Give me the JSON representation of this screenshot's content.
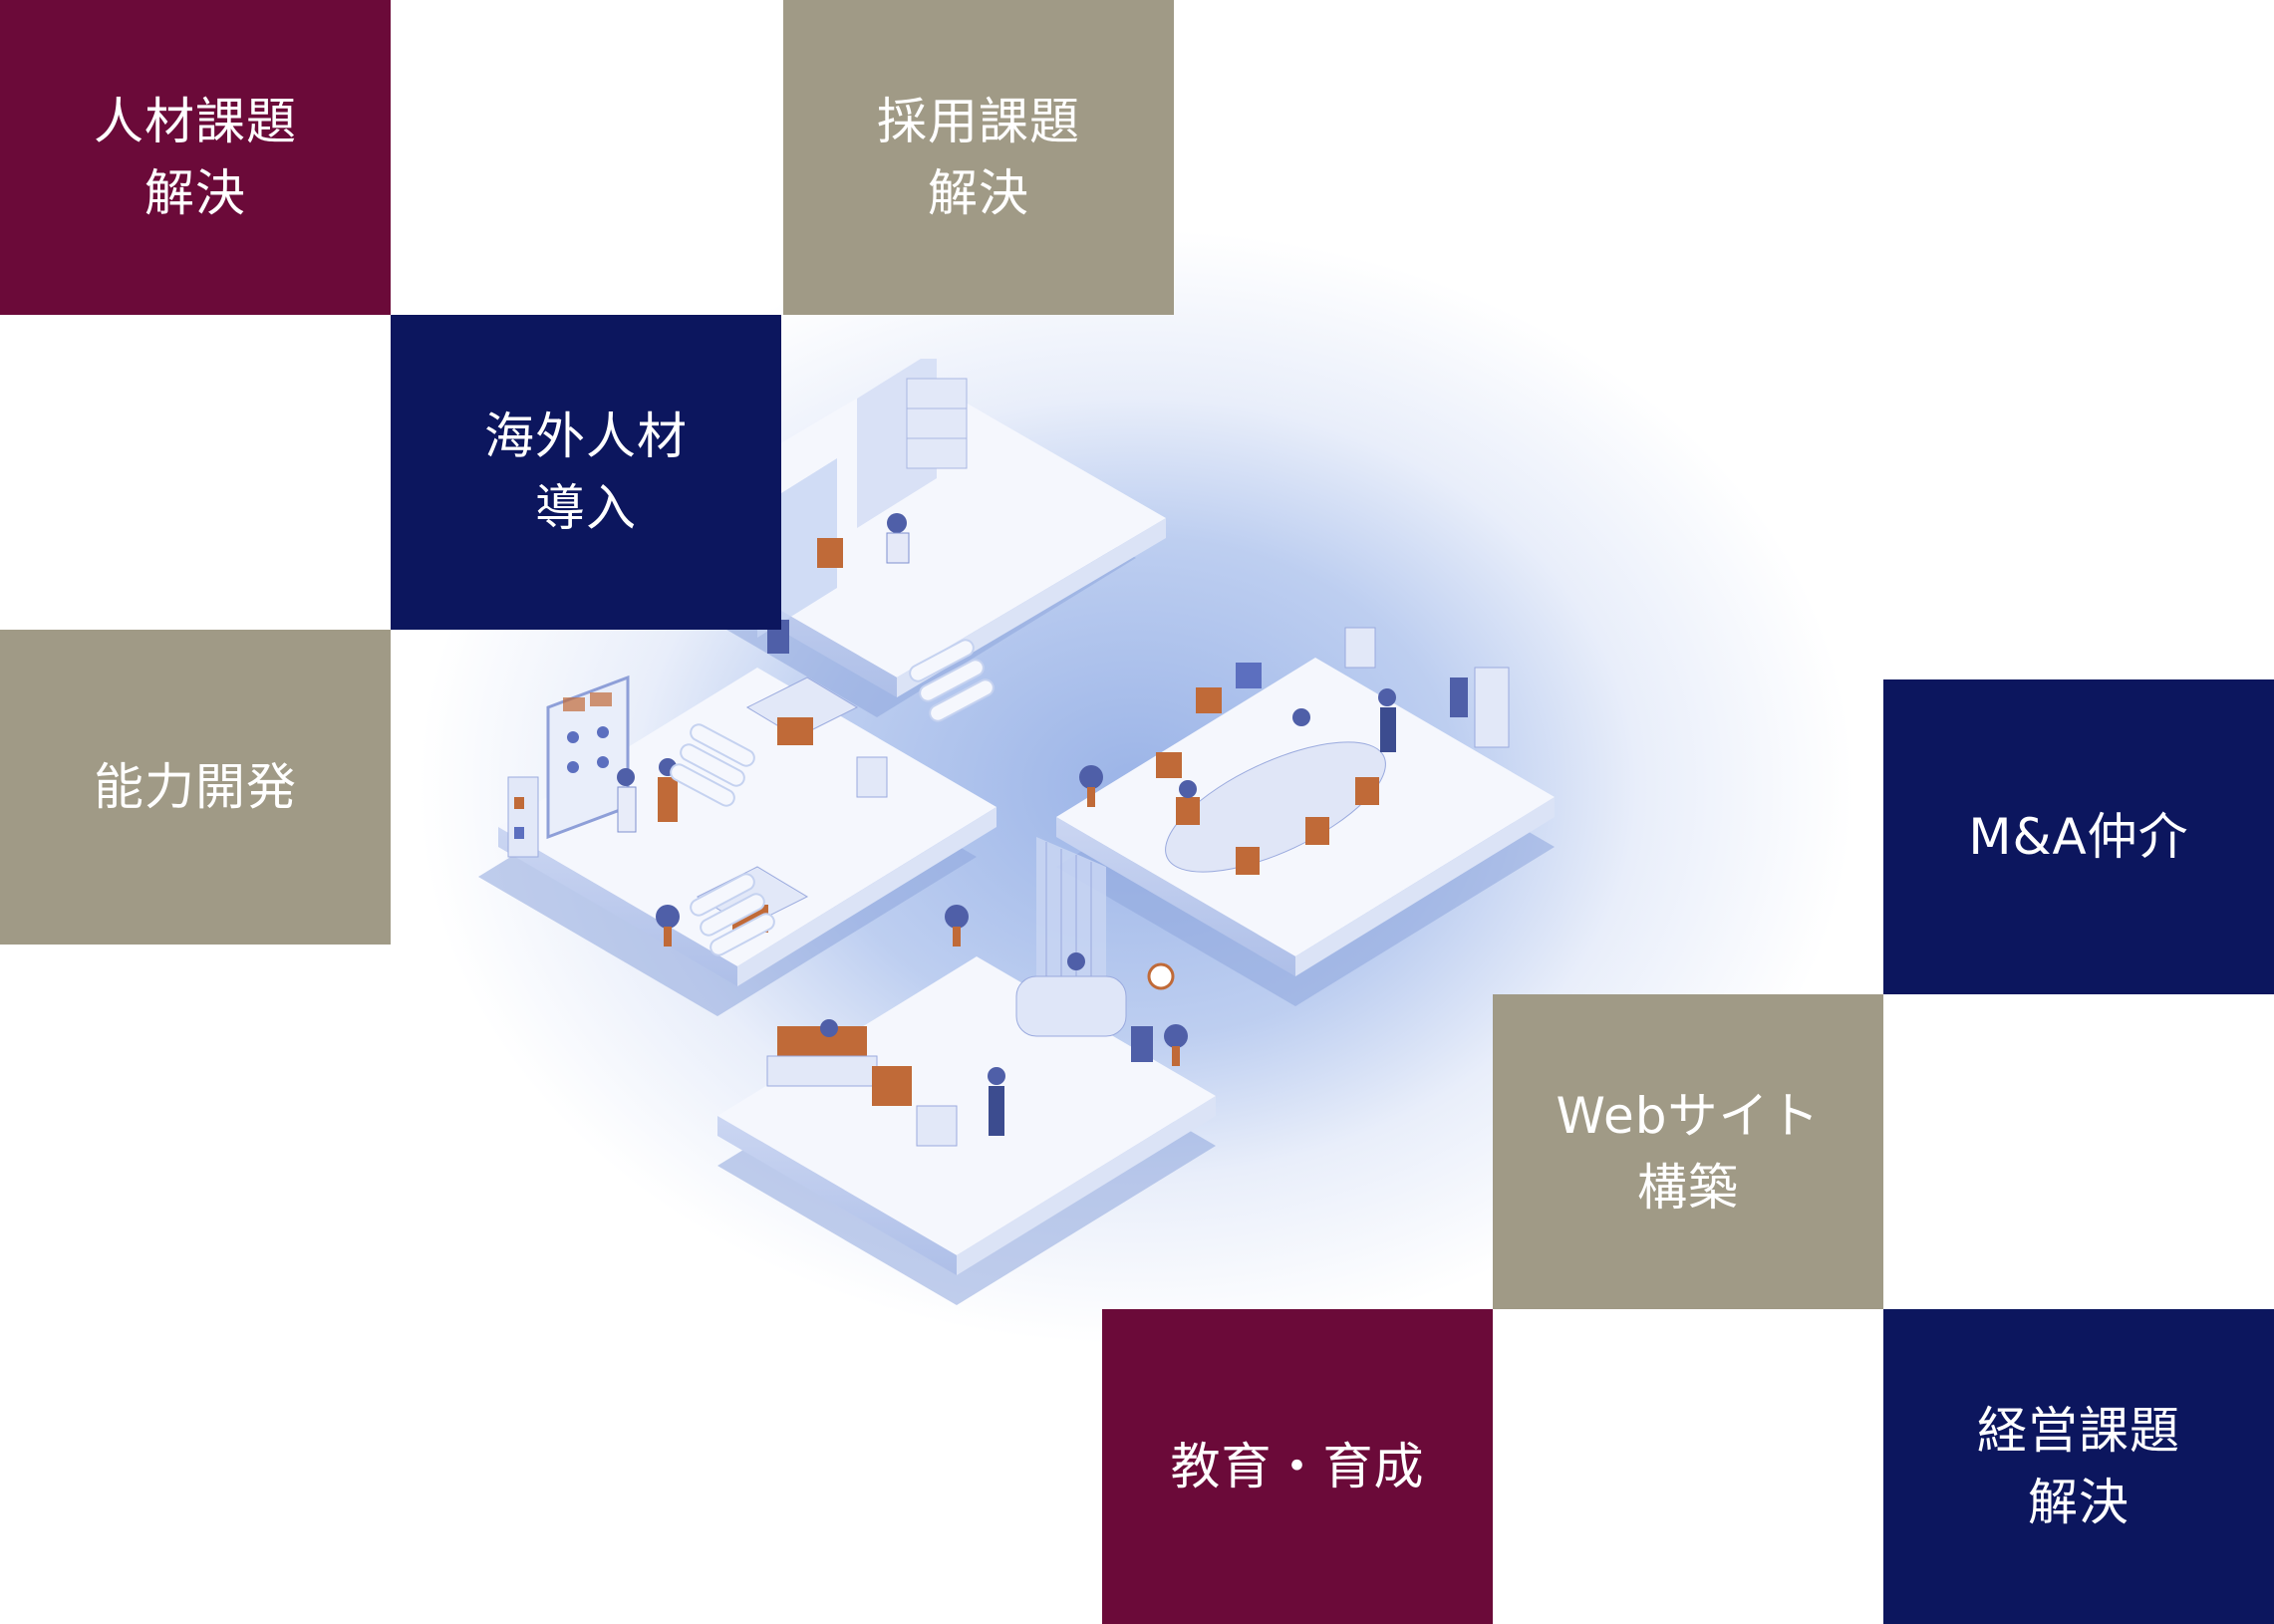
{
  "tiles": {
    "jinzai": {
      "line1": "人材課題",
      "line2": "解決"
    },
    "saiyo": {
      "line1": "採用課題",
      "line2": "解決"
    },
    "kaigai": {
      "line1": "海外人材",
      "line2": "導入"
    },
    "noryoku": {
      "line1": "能力開発"
    },
    "ma": {
      "line1": "M&A仲介"
    },
    "web": {
      "line1": "Webサイト",
      "line2": "構築"
    },
    "kyoiku": {
      "line1": "教育・育成"
    },
    "keiei": {
      "line1": "経営課題",
      "line2": "解決"
    }
  },
  "colors": {
    "wine": "#6b0a39",
    "taupe": "#a09a86",
    "navy": "#0c165e",
    "floor": "#f4f6fc",
    "floor_side": "#c5d2f0",
    "accent_orange": "#d2773f",
    "accent_blue": "#5c6fbf"
  }
}
